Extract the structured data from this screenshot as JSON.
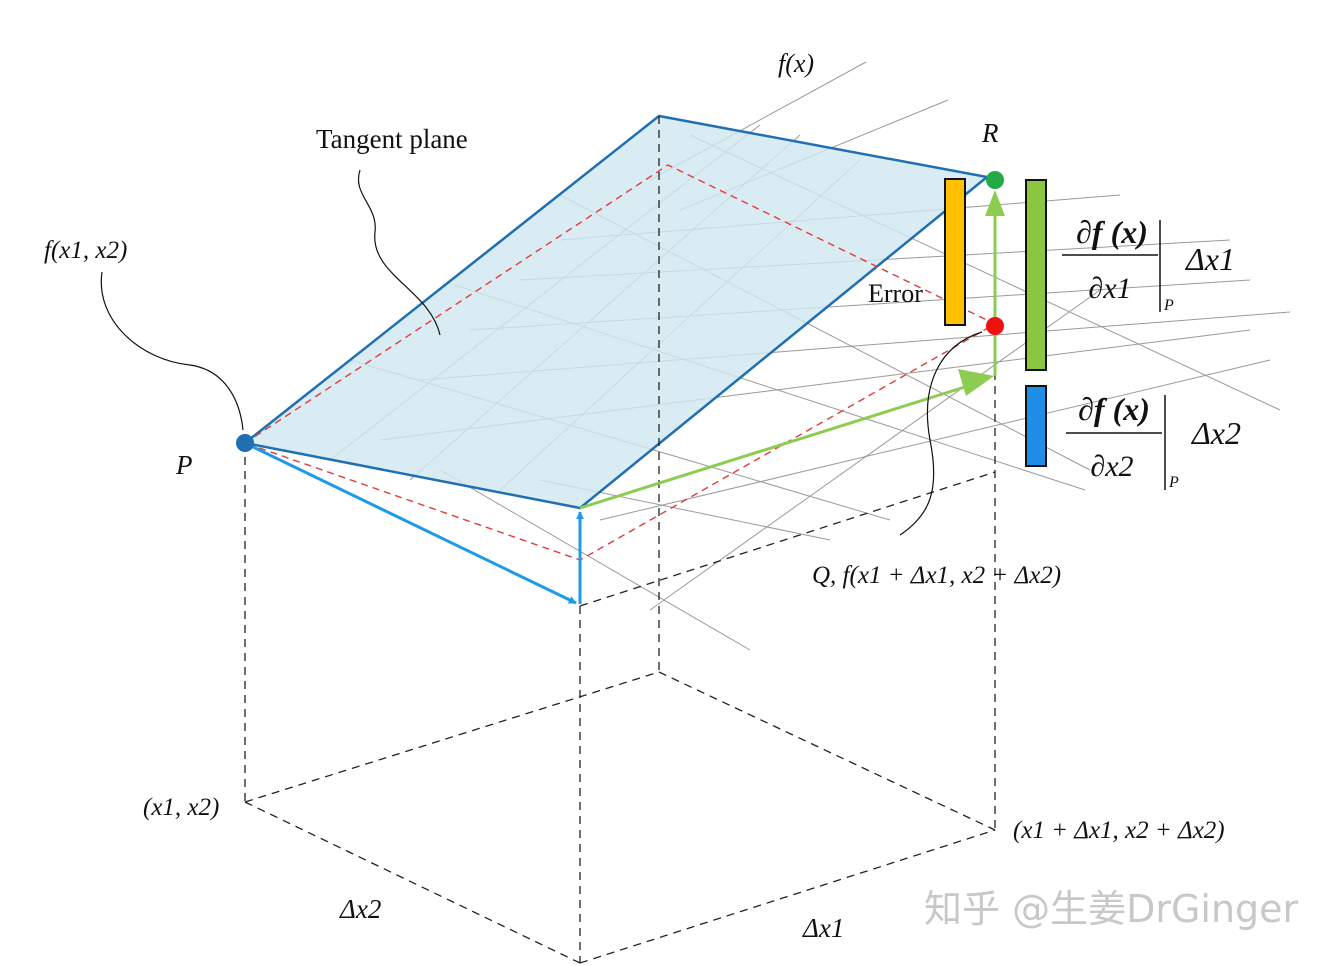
{
  "labels": {
    "f_x": "f(x)",
    "tangent_plane": "Tangent plane",
    "f_x1_x2": "f(x1, x2)",
    "point_p": "P",
    "point_r": "R",
    "error": "Error",
    "point_q": "Q, f(x1 + Δx1, x2 + Δx2)",
    "base_origin": "(x1, x2)",
    "base_far": "(x1 + Δx1, x2 + Δx2)",
    "delta_x1": "Δx1",
    "delta_x2": "Δx2"
  },
  "partial_x1": {
    "numerator": "∂f (x)",
    "denominator": "∂x1",
    "eval_at": "P",
    "multiplier": "Δx1"
  },
  "partial_x2": {
    "numerator": "∂f (x)",
    "denominator": "∂x2",
    "eval_at": "P",
    "multiplier": "Δx2"
  },
  "watermark": "知乎 @生姜DrGinger",
  "colors": {
    "plane_fill": "#d2e8f0",
    "plane_edge": "#1f6fb2",
    "blue_arrow": "#1e9be8",
    "green_arrow": "#8ccc50",
    "error_bar": "#ffc000",
    "dx1_bar": "#8cc63f",
    "dx2_bar": "#1e8ee8",
    "point_p": "#1f6fb2",
    "point_r": "#22aa44",
    "point_q": "#ee1111",
    "red_dashed": "#e23b3b"
  }
}
